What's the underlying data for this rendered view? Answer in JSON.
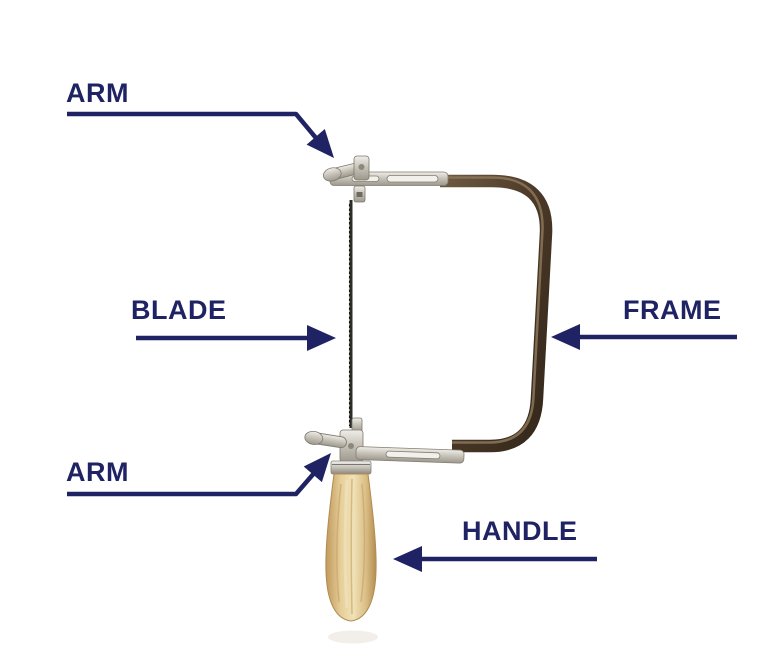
{
  "labels": {
    "arm_top": "ARM",
    "blade": "BLADE",
    "frame": "FRAME",
    "arm_bottom": "ARM",
    "handle": "HANDLE"
  },
  "colors": {
    "accent": "#1f2364",
    "background": "#ffffff",
    "frame_metal_dark": "#4a3827",
    "arm_metal_silver": "#c9c5bb",
    "blade_dark": "#2e2c27",
    "handle_wood": "#ddc18c"
  }
}
